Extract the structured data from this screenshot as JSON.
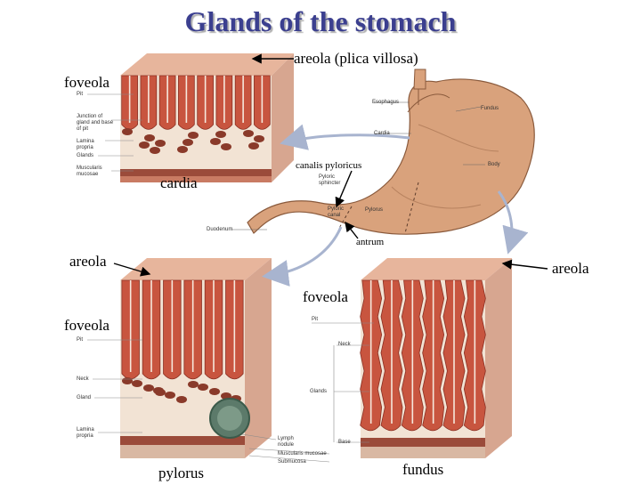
{
  "title": "Glands of the stomach",
  "labels": {
    "areola_plica": "areola (plica villosa)",
    "foveola_top": "foveola",
    "cardia": "cardia",
    "canalis": "canalis pyloricus",
    "antrum": "antrum",
    "areola_left": "areola",
    "areola_right": "areola",
    "foveola_mid": "foveola",
    "foveola_left": "foveola",
    "pylorus": "pylorus",
    "fundus": "fundus"
  },
  "small_labels": {
    "pit_top": "Pit",
    "junction": "Junction of gland and base of pit",
    "lamina_top": "Lamina propria",
    "glands_top": "Glands",
    "muscularis_top": "Muscularis mucosae",
    "esophagus": "Esophagus",
    "fundus_s": "Fundus",
    "cardia_s": "Cardia",
    "body_s": "Body",
    "pyloric_sphincter": "Pyloric sphincter",
    "pyloric_canal": "Pyloric canal",
    "pylorus_s": "Pylorus",
    "duodenum": "Duodenum",
    "pit_left": "Pit",
    "neck_left": "Neck",
    "gland_left": "Gland",
    "lamina_left": "Lamina propria",
    "lymph": "Lymph nodule",
    "muscularis_mid": "Muscularis mucosae",
    "submucosa": "Submucosa",
    "pit_right": "Pit",
    "neck_right": "Neck",
    "glands_right": "Glands",
    "base_right": "Base"
  },
  "colors": {
    "title": "#3b3f8f",
    "tissue_red": "#c8553f",
    "tissue_light": "#f3e2d2",
    "stomach": "#d9a27c",
    "arrow": "#a8b4cf"
  }
}
